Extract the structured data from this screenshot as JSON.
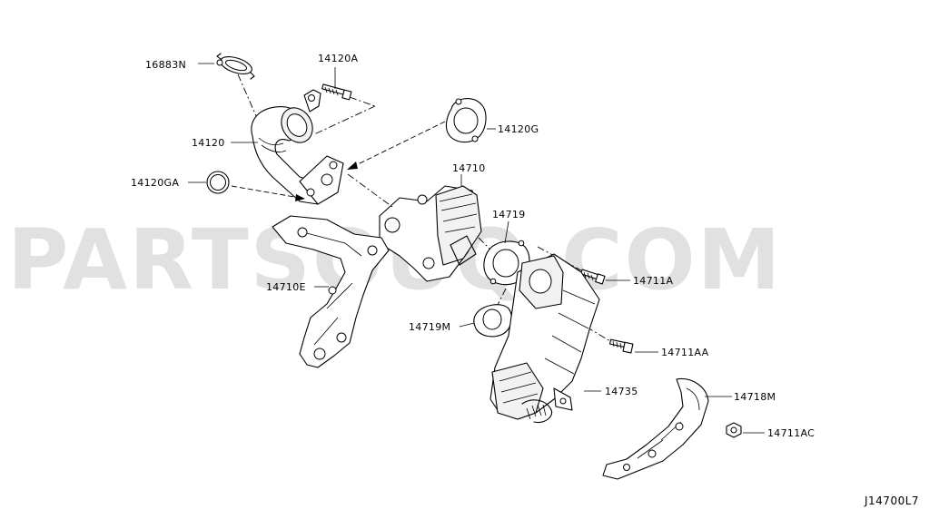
{
  "diagram": {
    "code": "J14700L7",
    "watermark": "PARTSOUQ.COM",
    "parts": [
      {
        "id": "p16883n",
        "label": "16883N"
      },
      {
        "id": "p14120a",
        "label": "14120A"
      },
      {
        "id": "p14120",
        "label": "14120"
      },
      {
        "id": "p14120g",
        "label": "14120G"
      },
      {
        "id": "p14120ga",
        "label": "14120GA"
      },
      {
        "id": "p14710",
        "label": "14710"
      },
      {
        "id": "p14719",
        "label": "14719"
      },
      {
        "id": "p14711a",
        "label": "14711A"
      },
      {
        "id": "p14710e",
        "label": "14710E"
      },
      {
        "id": "p14719m",
        "label": "14719M"
      },
      {
        "id": "p14711aa",
        "label": "14711AA"
      },
      {
        "id": "p14735",
        "label": "14735"
      },
      {
        "id": "p14718m",
        "label": "14718M"
      },
      {
        "id": "p14711ac",
        "label": "14711AC"
      }
    ]
  }
}
